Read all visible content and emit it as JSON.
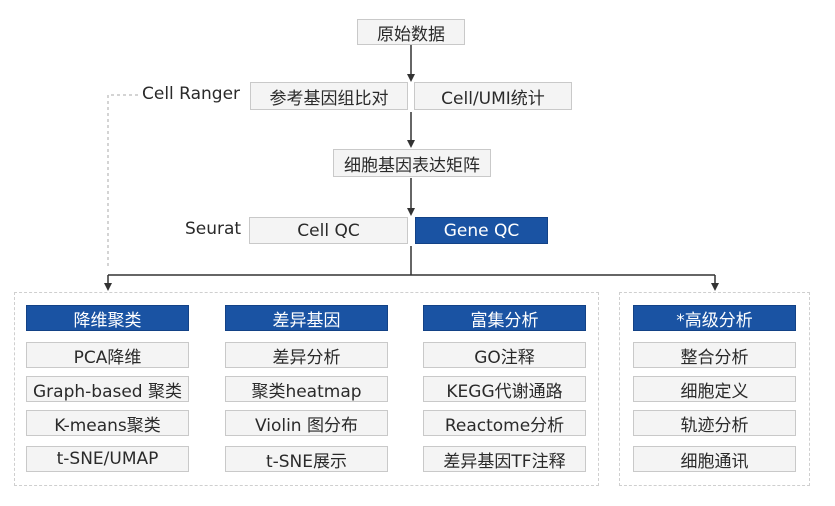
{
  "top": {
    "raw_data": "原始数据",
    "align_ref": "参考基因组比对",
    "cell_umi": "Cell/UMI统计",
    "matrix": "细胞基因表达矩阵",
    "cell_qc": "Cell QC",
    "gene_qc": "Gene QC"
  },
  "side_labels": {
    "cell_ranger": "Cell Ranger",
    "seurat": "Seurat"
  },
  "groups": [
    {
      "title": "降维聚类",
      "items": [
        "PCA降维",
        "Graph-based 聚类",
        "K-means聚类",
        "t-SNE/UMAP"
      ]
    },
    {
      "title": "差异基因",
      "items": [
        "差异分析",
        "聚类heatmap",
        "Violin 图分布",
        "t-SNE展示"
      ]
    },
    {
      "title": "富集分析",
      "items": [
        "GO注释",
        "KEGG代谢通路",
        "Reactome分析",
        "差异基因TF注释"
      ]
    },
    {
      "title": "*高级分析",
      "items": [
        "整合分析",
        "细胞定义",
        "轨迹分析",
        "细胞通讯"
      ]
    }
  ],
  "colors": {
    "header_blue": "#1a53a3",
    "box_fill": "#f4f4f4",
    "line": "#333333"
  }
}
